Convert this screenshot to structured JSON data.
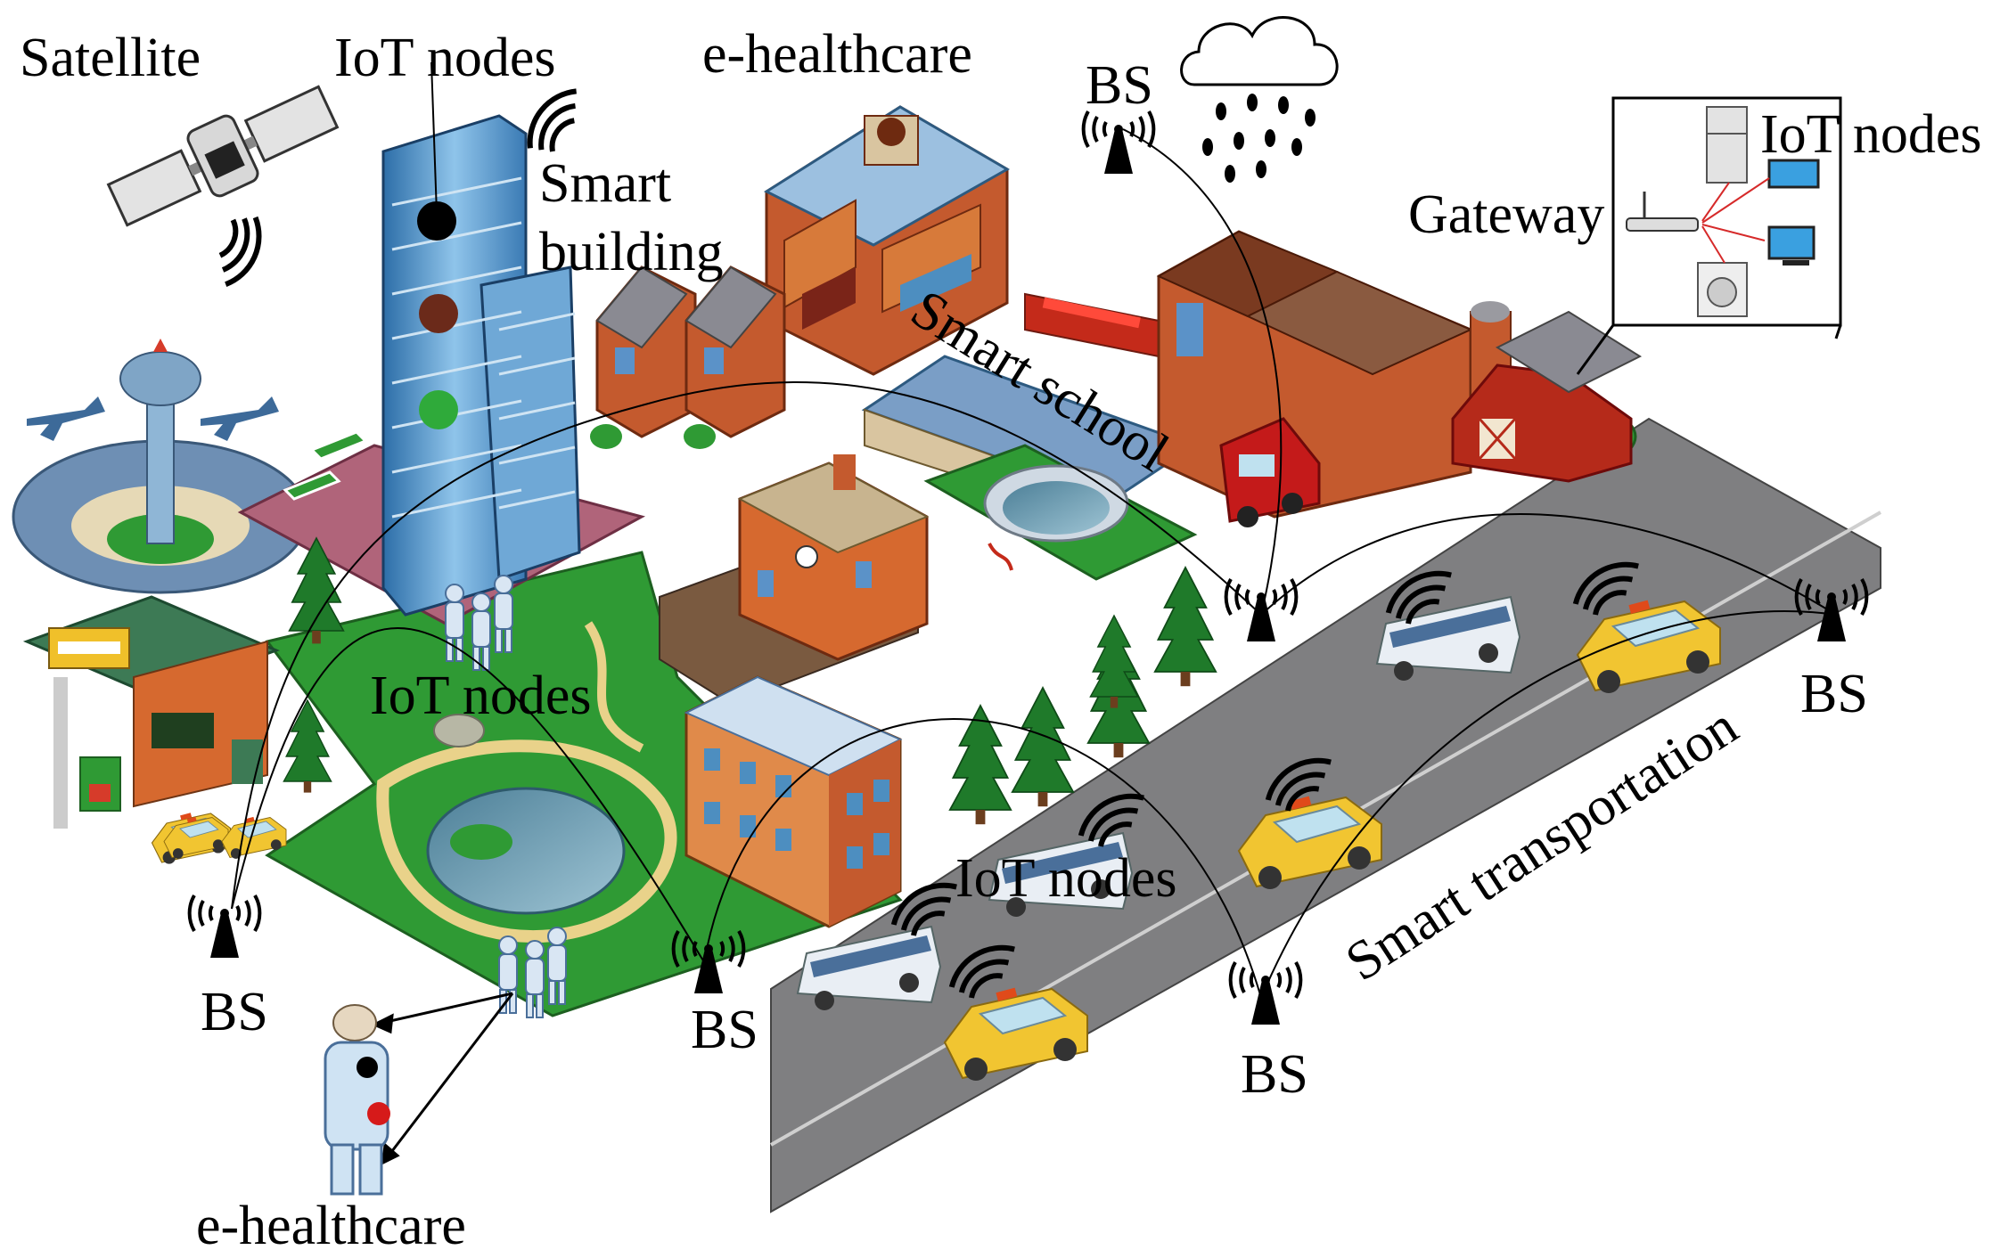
{
  "labels": {
    "satellite": "Satellite",
    "iot_top": "IoT nodes",
    "ehealth_top": "e-healthcare",
    "bs_top": "BS",
    "smart_building_1": "Smart",
    "smart_building_2": "building",
    "gateway": "Gateway",
    "iot_home": "IoT nodes",
    "smart_school": "Smart school",
    "iot_park": "IoT nodes",
    "iot_road": "IoT nodes",
    "smart_transportation": "Smart transportation",
    "bs_right": "BS",
    "bs_left": "BS",
    "bs_mid": "BS",
    "bs_road": "BS",
    "ehealth_bottom": "e-healthcare"
  },
  "colors": {
    "road": "#7f7f81",
    "grass": "#2f9a34",
    "water": "#5d8fa6",
    "tower_glass": "#4f8fc4",
    "brick": "#c45a2e",
    "taxi": "#f1c531",
    "bus": "#e9eef4"
  },
  "icons": [
    "satellite-icon",
    "antenna-icon",
    "rain-cloud-icon",
    "router-icon",
    "fridge-icon",
    "monitor-icon",
    "desktop-icon",
    "washing-machine-icon",
    "person-icon",
    "bus-icon",
    "taxi-icon",
    "tree-icon",
    "airport-icon",
    "tower-icon",
    "house-icon",
    "school-icon",
    "fire-station-icon",
    "barn-icon",
    "gas-station-icon",
    "park-icon",
    "hospital-icon"
  ]
}
